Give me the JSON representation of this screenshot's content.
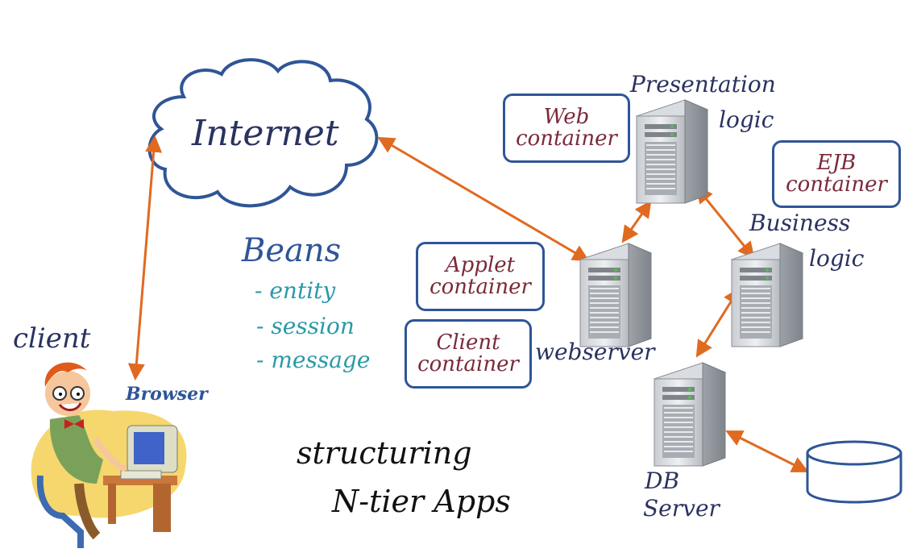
{
  "title": {
    "line1": "structuring",
    "line2": "N-tier Apps"
  },
  "cloud": {
    "label": "Internet"
  },
  "client": {
    "label": "client",
    "browser_label": "Browser"
  },
  "beans": {
    "heading": "Beans",
    "items": [
      "- entity",
      "- session",
      "- message"
    ]
  },
  "containers": {
    "web": [
      "Web",
      "container"
    ],
    "ejb": [
      "EJB",
      "container"
    ],
    "applet": [
      "Applet",
      "container"
    ],
    "client": [
      "Client",
      "container"
    ]
  },
  "servers": {
    "presentation": [
      "Presentation",
      "logic"
    ],
    "business": [
      "Business",
      "logic"
    ],
    "webserver": "webserver",
    "db": [
      "DB",
      "Server"
    ]
  },
  "colors": {
    "arrow": "#e06a1f",
    "outline": "#2f5597",
    "container_text": "#7a2a3a",
    "ink": "#2a3260",
    "beans_items": "#2a9aa8"
  }
}
